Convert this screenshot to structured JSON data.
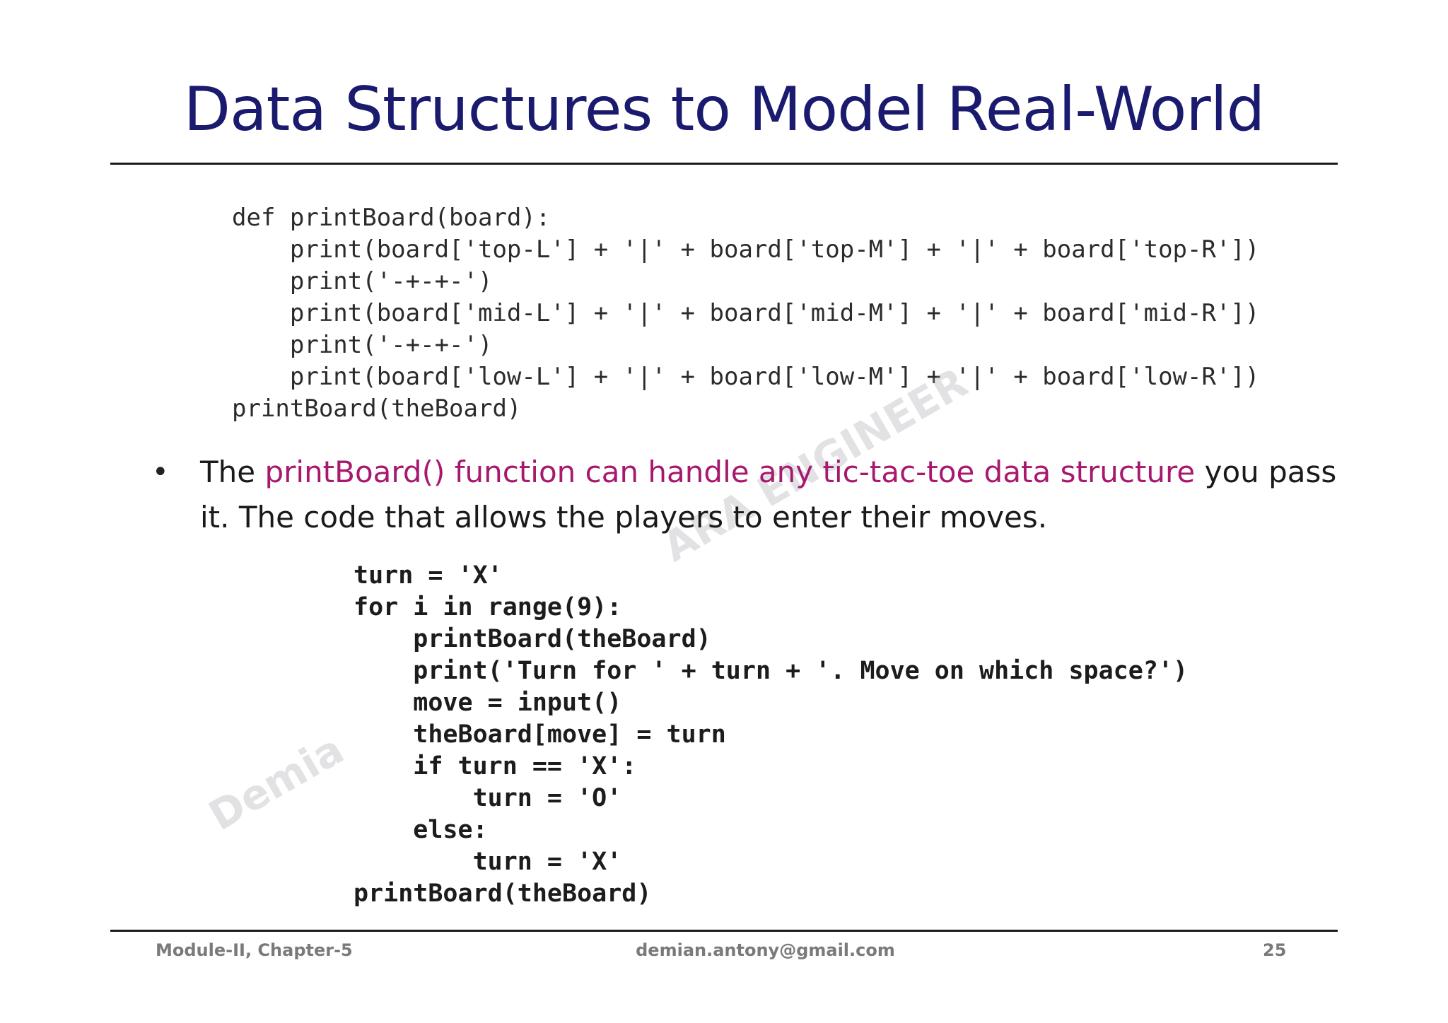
{
  "slide": {
    "title": "Data Structures to Model Real-World",
    "code_block_1": [
      "def printBoard(board):",
      "    print(board['top-L'] + '|' + board['top-M'] + '|' + board['top-R'])",
      "    print('-+-+-')",
      "    print(board['mid-L'] + '|' + board['mid-M'] + '|' + board['mid-R'])",
      "    print('-+-+-')",
      "    print(board['low-L'] + '|' + board['low-M'] + '|' + board['low-R'])",
      "printBoard(theBoard)"
    ],
    "bullet": {
      "marker": "•",
      "prefix": "The ",
      "highlight": "printBoard() function can handle any tic-tac-toe data structure",
      "suffix": " you pass it. The code that allows the players to enter their moves."
    },
    "code_block_2": [
      "turn = 'X'",
      "for i in range(9):",
      "    printBoard(theBoard)",
      "    print('Turn for ' + turn + '. Move on which space?')",
      "    move = input()",
      "    theBoard[move] = turn",
      "    if turn == 'X':",
      "        turn = 'O'",
      "    else:",
      "        turn = 'X'",
      "printBoard(theBoard)"
    ],
    "watermark_text_1": "ARA ENGINEER",
    "watermark_text_2": "Demia",
    "footer": {
      "left": "Module-II, Chapter-5",
      "center": "demian.antony@gmail.com",
      "right": "25"
    },
    "colors": {
      "title": "#1a1a6e",
      "highlight": "#a8186e"
    }
  }
}
